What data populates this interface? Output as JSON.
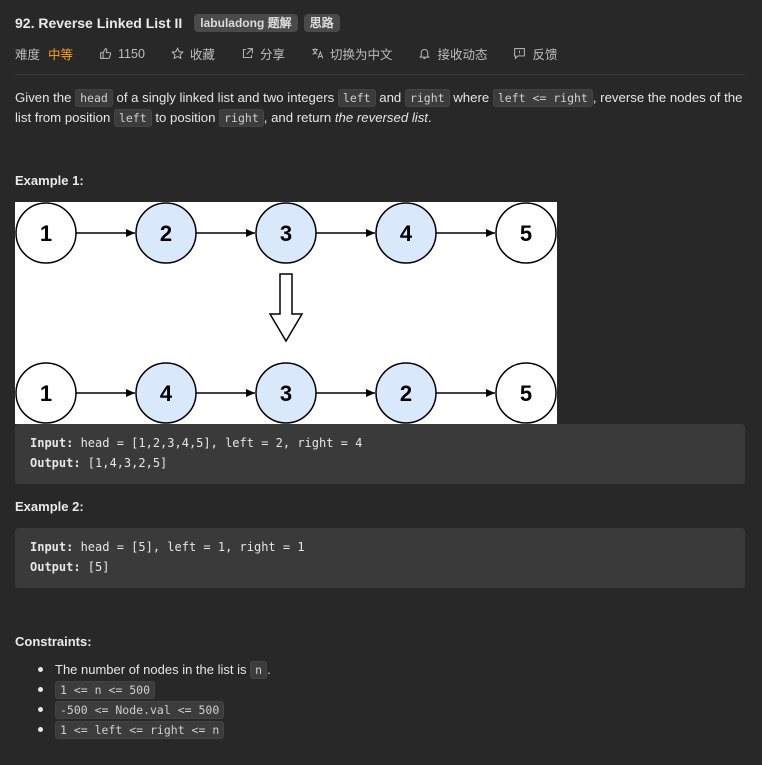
{
  "problem": {
    "title": "92. Reverse Linked List II",
    "tags": [
      "labuladong 题解",
      "思路"
    ]
  },
  "meta": {
    "difficulty_label": "难度",
    "difficulty": "中等",
    "likes": "1150",
    "favorite": "收藏",
    "share": "分享",
    "switch_lang": "切换为中文",
    "subscribe": "接收动态",
    "feedback": "反馈"
  },
  "description": {
    "p1": "Given the",
    "head": "head",
    "p2": "of a singly linked list and two integers",
    "left": "left",
    "p3": "and",
    "right": "right",
    "p4": "where",
    "cond": "left <= right",
    "p5": ", reverse the nodes of the list from position",
    "left2": "left",
    "p6": "to position",
    "right2": "right",
    "p7": ", and return",
    "reversed": "the reversed list",
    "p8": "."
  },
  "example1": {
    "title": "Example 1:",
    "top_nodes": [
      "1",
      "2",
      "3",
      "4",
      "5"
    ],
    "bottom_nodes": [
      "1",
      "4",
      "3",
      "2",
      "5"
    ],
    "input_label": "Input:",
    "input_value": " head = [1,2,3,4,5], left = 2, right = 4",
    "output_label": "Output:",
    "output_value": " [1,4,3,2,5]"
  },
  "example2": {
    "title": "Example 2:",
    "input_label": "Input:",
    "input_value": " head = [5], left = 1, right = 1",
    "output_label": "Output:",
    "output_value": " [5]"
  },
  "constraints": {
    "title": "Constraints:",
    "c1_text": "The number of nodes in the list is",
    "c1_code": "n",
    "c1_end": ".",
    "c2": "1 <= n <= 500",
    "c3": "-500 <= Node.val <= 500",
    "c4": "1 <= left <= right <= n"
  },
  "colors": {
    "accent": "#ffa116",
    "highlight_node": "#dae8fc"
  }
}
